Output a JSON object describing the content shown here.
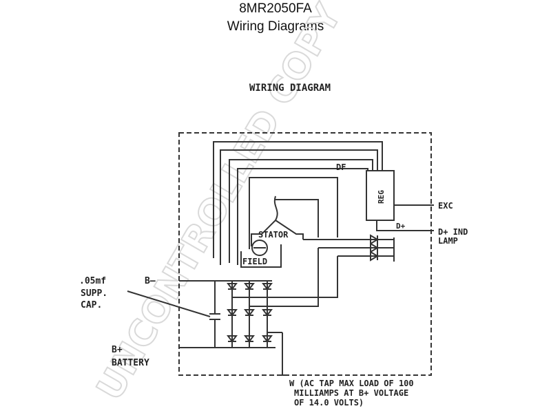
{
  "header": {
    "model": "8MR2050FA",
    "subtitle": "Wiring Diagrams"
  },
  "diagram": {
    "title": "WIRING DIAGRAM",
    "labels": {
      "df": "DF",
      "reg": "REG",
      "stator": "STATOR",
      "field": "FIELD",
      "exc": "EXC",
      "dplus_small": "D+",
      "dplus_ind": "D+ IND",
      "lamp": "LAMP",
      "cap_value": ".05mf",
      "cap_supp": "SUPP.",
      "cap_cap": "CAP.",
      "b_minus": "B–",
      "b_plus": "B+",
      "battery": "BATTERY",
      "w_line1": "W (AC TAP MAX LOAD OF 100",
      "w_line2": "MILLIAMPS AT B+ VOLTAGE",
      "w_line3": "OF 14.0 VOLTS)"
    }
  },
  "watermark": {
    "text": "UNCONTROLLED COPY"
  }
}
